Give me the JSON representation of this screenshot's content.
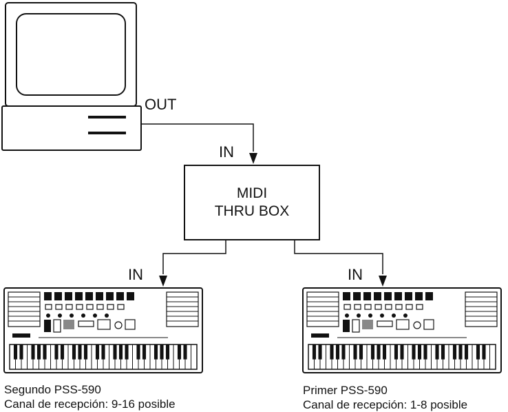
{
  "labels": {
    "out": "OUT",
    "in_top": "IN",
    "in_left": "IN",
    "in_right": "IN"
  },
  "thru_box": {
    "line1": "MIDI",
    "line2": "THRU BOX"
  },
  "keyboard_left": {
    "line1": "Segundo PSS-590",
    "line2": "Canal de recepción: 9-16 posible"
  },
  "keyboard_right": {
    "line1": "Primer PSS-590",
    "line2": "Canal de recepción: 1-8 posible"
  },
  "colors": {
    "ink": "#111111",
    "background": "#ffffff"
  }
}
